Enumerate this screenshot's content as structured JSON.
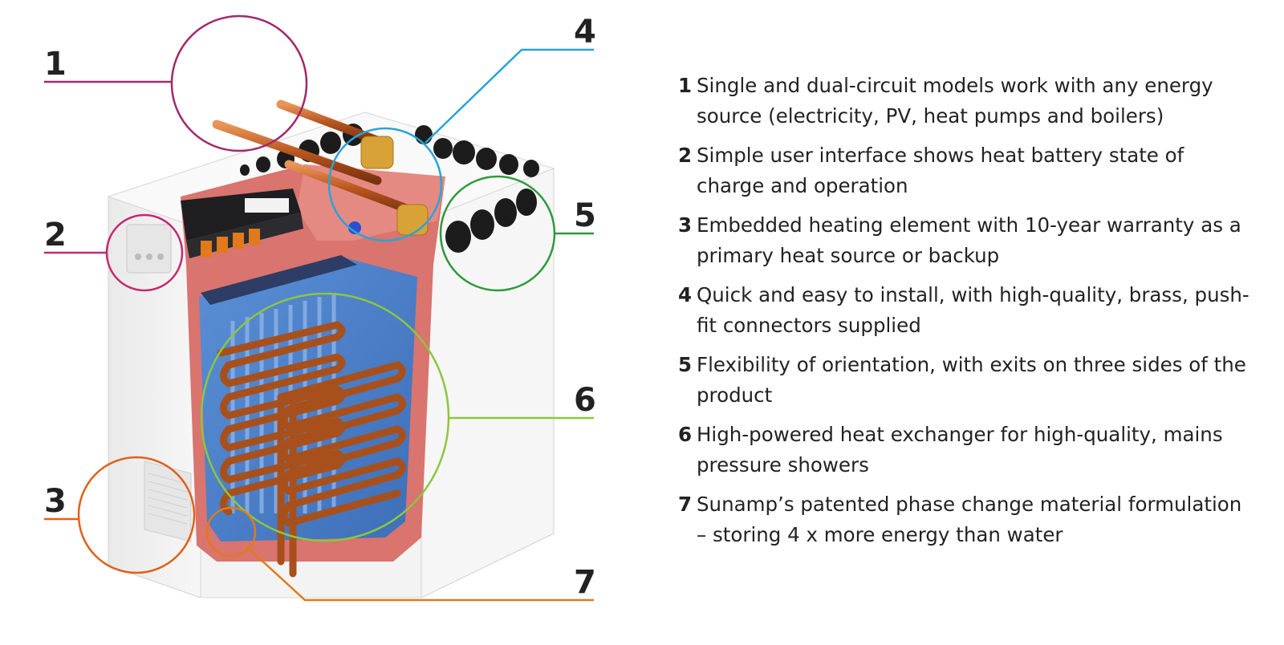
{
  "callouts": [
    {
      "number": "1",
      "color": "#a3286b"
    },
    {
      "number": "2",
      "color": "#c42a6e"
    },
    {
      "number": "3",
      "color": "#e0601b"
    },
    {
      "number": "4",
      "color": "#2aa3d8"
    },
    {
      "number": "5",
      "color": "#2e9a3a"
    },
    {
      "number": "6",
      "color": "#8cc63f"
    },
    {
      "number": "7",
      "color": "#e07a1b"
    }
  ],
  "legend": [
    {
      "number": "1",
      "text": "Single and dual-circuit models work with any energy source (electricity, PV, heat pumps and boilers)"
    },
    {
      "number": "2",
      "text": "Simple user interface shows heat battery state of charge and operation"
    },
    {
      "number": "3",
      "text": "Embedded heating element with 10-year warranty as a primary heat source or backup"
    },
    {
      "number": "4",
      "text": "Quick and easy to install, with high-quality, brass, push-fit connectors supplied"
    },
    {
      "number": "5",
      "text": "Flexibility of orientation, with exits on three sides of the product"
    },
    {
      "number": "6",
      "text": "High-powered heat exchanger for high-quality, mains pressure showers"
    },
    {
      "number": "7",
      "text": "Sunamp’s patented phase change material formulation – storing 4 x more energy than water"
    }
  ]
}
